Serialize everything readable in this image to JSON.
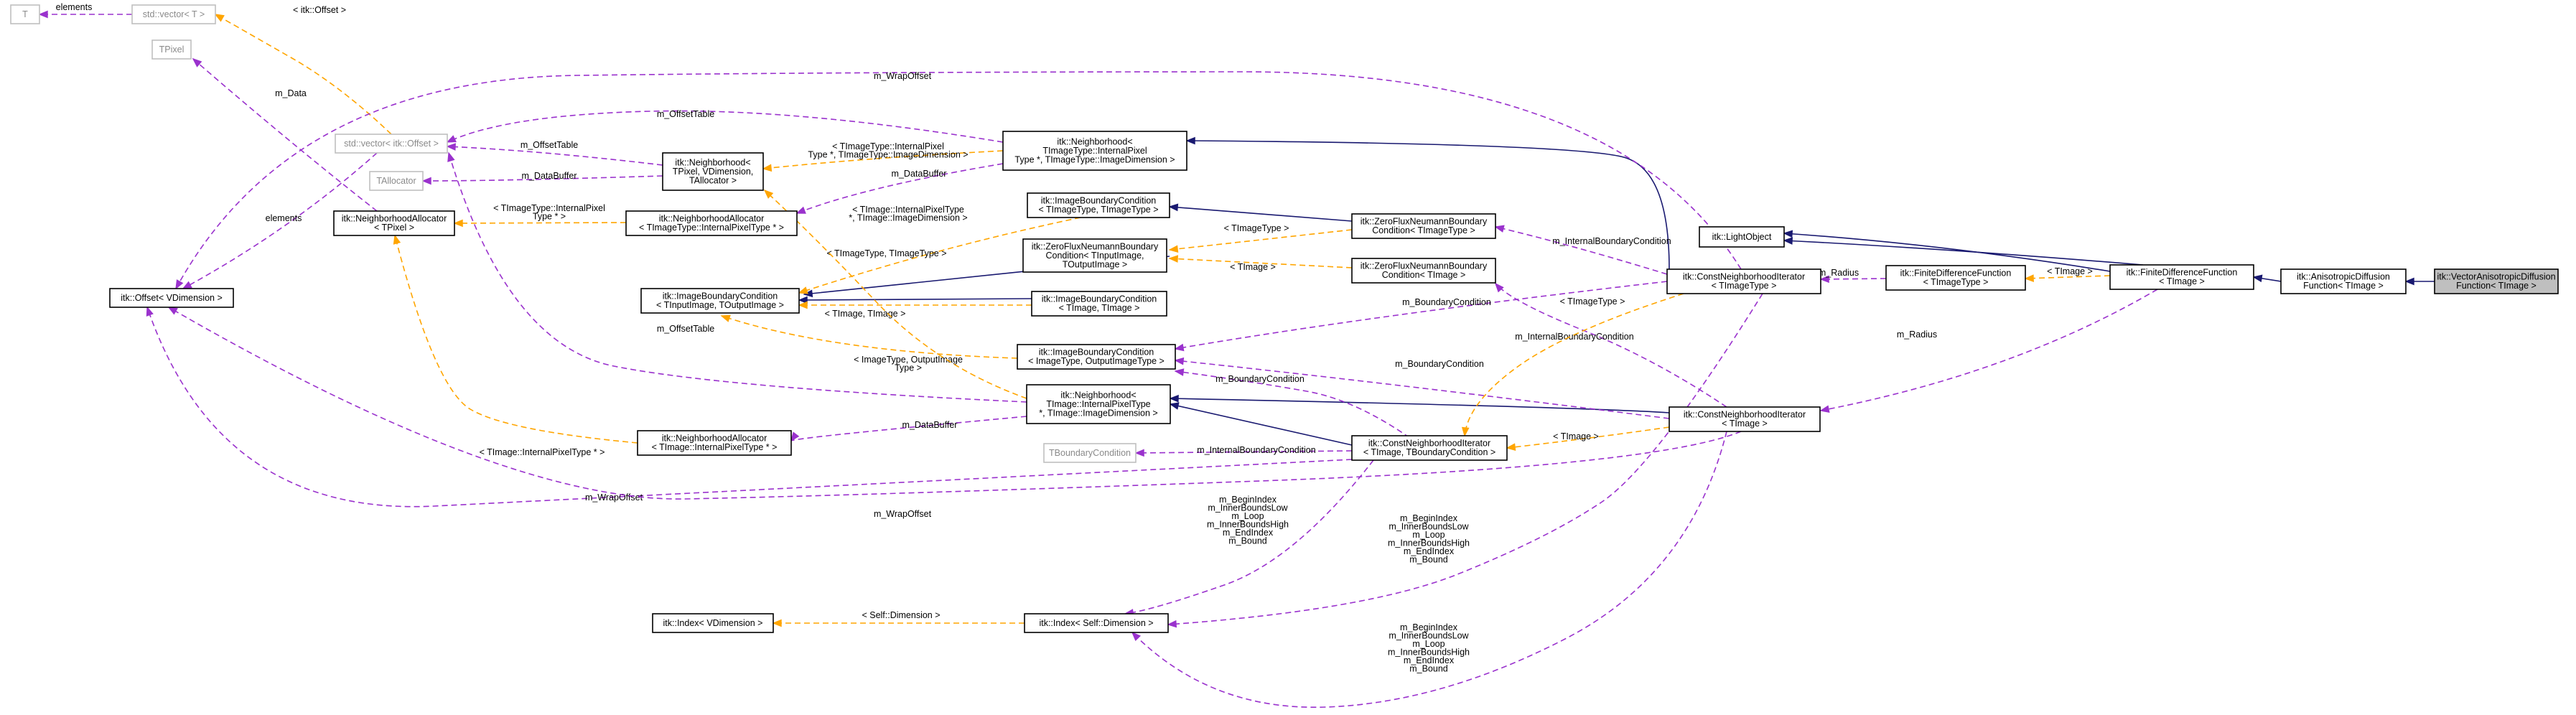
{
  "nodes": [
    {
      "id": "vadf",
      "lines": [
        "itk::VectorAnisotropicDiffusion",
        "Function< TImage >"
      ],
      "style": "cur"
    },
    {
      "id": "adf",
      "lines": [
        "itk::AnisotropicDiffusion",
        "Function< TImage >"
      ],
      "style": "normal"
    },
    {
      "id": "fdf_timg",
      "lines": [
        "itk::FiniteDifferenceFunction",
        "< TImage >"
      ],
      "style": "normal"
    },
    {
      "id": "lightobj",
      "lines": [
        "itk::LightObject"
      ],
      "style": "normal"
    },
    {
      "id": "fdf_tpl",
      "lines": [
        "itk::FiniteDifferenceFunction",
        "< TImageType >"
      ],
      "style": "normal"
    },
    {
      "id": "cni_timg",
      "lines": [
        "itk::ConstNeighborhoodIterator",
        "< TImage >"
      ],
      "style": "normal"
    },
    {
      "id": "cni_tpl",
      "lines": [
        "itk::ConstNeighborhoodIterator",
        "< TImageType >"
      ],
      "style": "normal"
    },
    {
      "id": "cni_base",
      "lines": [
        "itk::ConstNeighborhoodIterator",
        "< TImage, TBoundaryCondition >"
      ],
      "style": "normal"
    },
    {
      "id": "zfn_tpl",
      "lines": [
        "itk::ZeroFluxNeumannBoundary",
        "Condition< TImageType >"
      ],
      "style": "normal"
    },
    {
      "id": "zfn_timg",
      "lines": [
        "itk::ZeroFluxNeumannBoundary",
        "Condition< TImage >"
      ],
      "style": "normal"
    },
    {
      "id": "zfn_base",
      "lines": [
        "itk::ZeroFluxNeumannBoundary",
        "Condition< TInputImage,",
        "TOutputImage >"
      ],
      "style": "normal"
    },
    {
      "id": "ibc_tt",
      "lines": [
        "itk::ImageBoundaryCondition",
        "< TImageType, TImageType >"
      ],
      "style": "normal"
    },
    {
      "id": "ibc_ti",
      "lines": [
        "itk::ImageBoundaryCondition",
        "< TImage, TImage >"
      ],
      "style": "normal"
    },
    {
      "id": "ibc_io",
      "lines": [
        "itk::ImageBoundaryCondition",
        "< ImageType, OutputImageType >"
      ],
      "style": "normal"
    },
    {
      "id": "ibc_base",
      "lines": [
        "itk::ImageBoundaryCondition",
        "< TInputImage, TOutputImage >"
      ],
      "style": "normal"
    },
    {
      "id": "nb_ti",
      "lines": [
        "itk::Neighborhood<",
        "TImageType::InternalPixel",
        "Type *, TImageType::ImageDimension >"
      ],
      "style": "normal"
    },
    {
      "id": "nb_ti2",
      "lines": [
        "itk::Neighborhood<",
        "TImage::InternalPixelType",
        "*, TImage::ImageDimension >"
      ],
      "style": "normal"
    },
    {
      "id": "nb_base",
      "lines": [
        "itk::Neighborhood<",
        "TPixel, VDimension,",
        "TAllocator >"
      ],
      "style": "normal"
    },
    {
      "id": "nba_timg",
      "lines": [
        "itk::NeighborhoodAllocator",
        "< TImageType::InternalPixelType * >"
      ],
      "style": "normal"
    },
    {
      "id": "nba_timg2",
      "lines": [
        "itk::NeighborhoodAllocator",
        "< TImage::InternalPixelType * >"
      ],
      "style": "normal"
    },
    {
      "id": "nba_base",
      "lines": [
        "itk::NeighborhoodAllocator",
        "< TPixel >"
      ],
      "style": "normal"
    },
    {
      "id": "vec_off",
      "lines": [
        "std::vector< itk::Offset >"
      ],
      "style": "gray"
    },
    {
      "id": "vec_t",
      "lines": [
        "std::vector< T >"
      ],
      "style": "gray"
    },
    {
      "id": "t",
      "lines": [
        "T"
      ],
      "style": "gray"
    },
    {
      "id": "tpixel",
      "lines": [
        "TPixel"
      ],
      "style": "gray"
    },
    {
      "id": "talloc",
      "lines": [
        "TAllocator"
      ],
      "style": "gray"
    },
    {
      "id": "offset",
      "lines": [
        "itk::Offset< VDimension >"
      ],
      "style": "normal"
    },
    {
      "id": "tbc",
      "lines": [
        "TBoundaryCondition"
      ],
      "style": "gray"
    },
    {
      "id": "idx_self",
      "lines": [
        "itk::Index< Self::Dimension >"
      ],
      "style": "normal"
    },
    {
      "id": "idx_v",
      "lines": [
        "itk::Index< VDimension >"
      ],
      "style": "normal"
    }
  ],
  "edges": [
    {
      "id": "e_inh_adf",
      "kind": "inh",
      "labels": []
    },
    {
      "id": "e_inh_fdf",
      "kind": "inh",
      "labels": []
    },
    {
      "id": "e_inh_lo1",
      "kind": "inh",
      "labels": []
    },
    {
      "id": "e_inh_lo2",
      "kind": "inh",
      "labels": []
    },
    {
      "id": "e_inh_nbti",
      "kind": "inh",
      "labels": []
    },
    {
      "id": "e_inh_ibctt",
      "kind": "inh",
      "labels": []
    },
    {
      "id": "e_inh_zfnbase",
      "kind": "inh",
      "labels": []
    },
    {
      "id": "e_inh_ibcti",
      "kind": "inh",
      "labels": []
    },
    {
      "id": "e_inh_nbti2a",
      "kind": "inh",
      "labels": []
    },
    {
      "id": "e_inh_nbti2b",
      "kind": "inh",
      "labels": []
    },
    {
      "id": "e_use_radius_top",
      "kind": "use",
      "labels": [
        "m_Radius"
      ]
    },
    {
      "id": "e_tpl_fdf",
      "kind": "tpl",
      "labels": [
        "< TImage >"
      ]
    },
    {
      "id": "e_use_radius",
      "kind": "use",
      "labels": [
        "m_Radius"
      ]
    },
    {
      "id": "e_use_ibc_tpl",
      "kind": "use",
      "labels": [
        "m_InternalBoundaryCondition"
      ]
    },
    {
      "id": "e_use_bc_tpl",
      "kind": "use",
      "labels": [
        "m_BoundaryCondition"
      ]
    },
    {
      "id": "e_use_ibc_timg",
      "kind": "use",
      "labels": [
        "m_InternalBoundaryCondition"
      ]
    },
    {
      "id": "e_use_bc_timg",
      "kind": "use",
      "labels": [
        "m_BoundaryCondition"
      ]
    },
    {
      "id": "e_tpl_cnibase_tpl",
      "kind": "tpl",
      "labels": [
        "< TImageType >"
      ]
    },
    {
      "id": "e_tpl_cnibase_timg",
      "kind": "tpl",
      "labels": [
        "< TImage >"
      ]
    },
    {
      "id": "e_tpl_zfn_tpl",
      "kind": "tpl",
      "labels": [
        "< TImageType >"
      ]
    },
    {
      "id": "e_tpl_zfn_timg",
      "kind": "tpl",
      "labels": [
        "< TImage >"
      ]
    },
    {
      "id": "e_tpl_ibc_tt",
      "kind": "tpl",
      "labels": [
        "< TImageType, TImageType >"
      ]
    },
    {
      "id": "e_tpl_ibc_ti",
      "kind": "tpl",
      "labels": [
        "< TImage, TImage >"
      ]
    },
    {
      "id": "e_tpl_ibc_io",
      "kind": "tpl",
      "labels": [
        "< ImageType, OutputImage",
        "Type >"
      ]
    },
    {
      "id": "e_use_bc_base",
      "kind": "use",
      "labels": [
        "m_BoundaryCondition"
      ]
    },
    {
      "id": "e_use_tbc",
      "kind": "use",
      "labels": [
        "m_InternalBoundaryCondition"
      ]
    },
    {
      "id": "e_tpl_nb_ti",
      "kind": "tpl",
      "labels": [
        "< TImageType::InternalPixel",
        "Type *, TImageType::ImageDimension >"
      ]
    },
    {
      "id": "e_tpl_nb_ti2",
      "kind": "tpl",
      "labels": [
        "< TImage::InternalPixelType",
        "*, TImage::ImageDimension >"
      ]
    },
    {
      "id": "e_use_databuf_ti",
      "kind": "use",
      "labels": [
        "m_DataBuffer"
      ]
    },
    {
      "id": "e_use_databuf_ti2",
      "kind": "use",
      "labels": [
        "m_DataBuffer"
      ]
    },
    {
      "id": "e_use_databuf_base",
      "kind": "use",
      "labels": [
        "m_DataBuffer"
      ]
    },
    {
      "id": "e_use_offtab_ti",
      "kind": "use",
      "labels": [
        "m_OffsetTable"
      ]
    },
    {
      "id": "e_use_offtab_base",
      "kind": "use",
      "labels": [
        "m_OffsetTable"
      ]
    },
    {
      "id": "e_use_offtab_ti2",
      "kind": "use",
      "labels": [
        "m_OffsetTable"
      ]
    },
    {
      "id": "e_tpl_nba_timg",
      "kind": "tpl",
      "labels": [
        "< TImageType::InternalPixel",
        "Type * >"
      ]
    },
    {
      "id": "e_tpl_nba_timg2",
      "kind": "tpl",
      "labels": [
        "< TImage::InternalPixelType * >"
      ]
    },
    {
      "id": "e_use_mdata",
      "kind": "use",
      "labels": [
        "m_Data"
      ]
    },
    {
      "id": "e_tpl_vec_off",
      "kind": "tpl",
      "labels": [
        "< itk::Offset >"
      ]
    },
    {
      "id": "e_use_elements_t",
      "kind": "use",
      "labels": [
        "elements"
      ]
    },
    {
      "id": "e_use_elements_off",
      "kind": "use",
      "labels": [
        "elements"
      ]
    },
    {
      "id": "e_use_wrap_top",
      "kind": "use",
      "labels": [
        "m_WrapOffset"
      ]
    },
    {
      "id": "e_use_wrap_base",
      "kind": "use",
      "labels": [
        "m_WrapOffset"
      ]
    },
    {
      "id": "e_use_wrap_timg",
      "kind": "use",
      "labels": [
        "m_WrapOffset"
      ]
    },
    {
      "id": "e_use_idx_base",
      "kind": "use",
      "labels": [
        "m_BeginIndex",
        "m_InnerBoundsLow",
        "m_Loop",
        "m_InnerBoundsHigh",
        "m_EndIndex",
        "m_Bound"
      ]
    },
    {
      "id": "e_use_idx_tpl",
      "kind": "use",
      "labels": [
        "m_BeginIndex",
        "m_InnerBoundsLow",
        "m_Loop",
        "m_InnerBoundsHigh",
        "m_EndIndex",
        "m_Bound"
      ]
    },
    {
      "id": "e_use_idx_timg",
      "kind": "use",
      "labels": [
        "m_BeginIndex",
        "m_InnerBoundsLow",
        "m_Loop",
        "m_InnerBoundsHigh",
        "m_EndIndex",
        "m_Bound"
      ]
    },
    {
      "id": "e_tpl_idx",
      "kind": "tpl",
      "labels": [
        "< Self::Dimension >"
      ]
    }
  ]
}
